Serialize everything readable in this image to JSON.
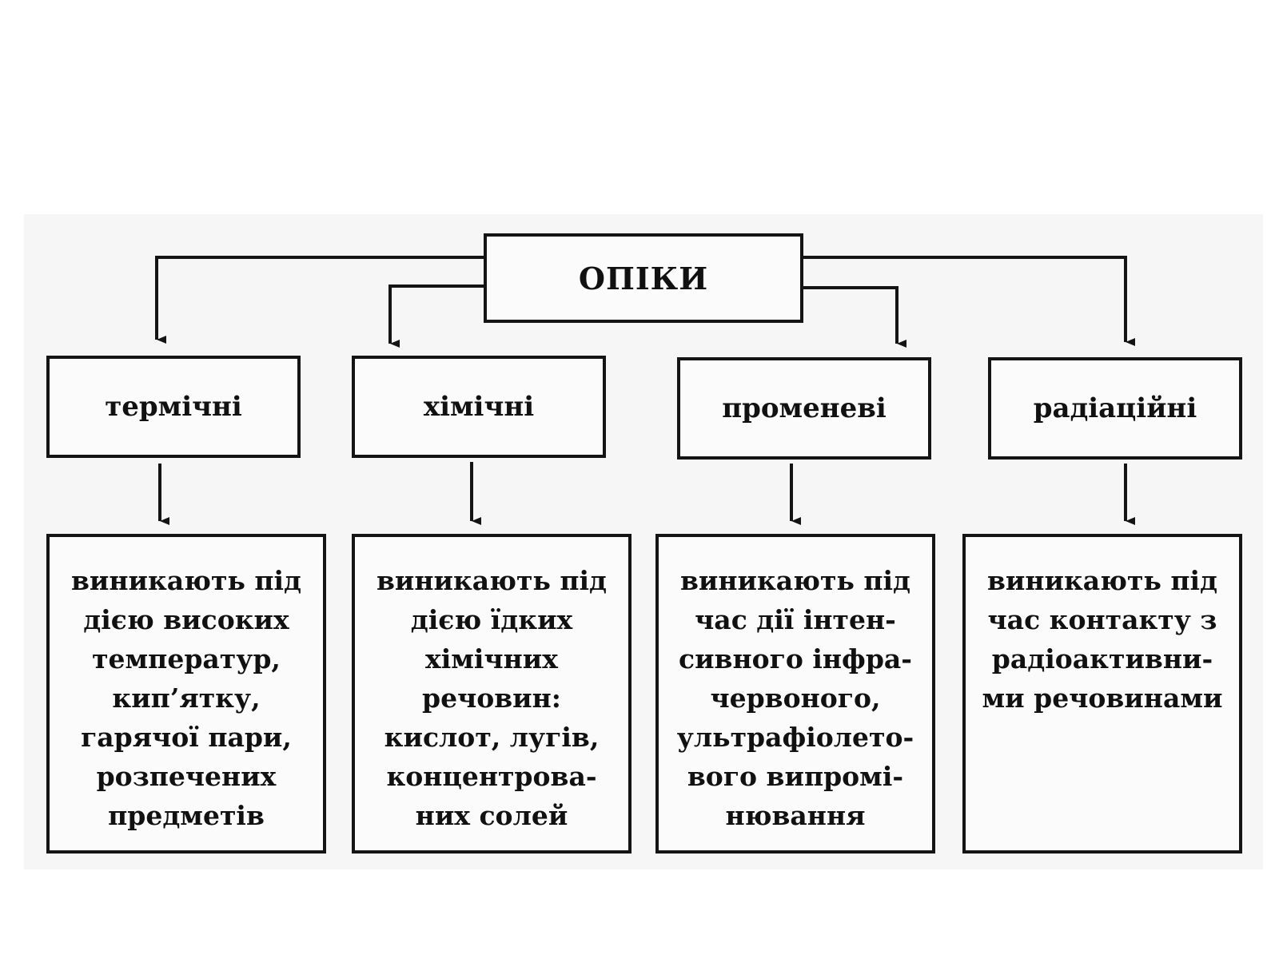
{
  "diagram": {
    "root": "ОПІКИ",
    "categories": [
      {
        "label": "термічні",
        "description": [
          "виникають під",
          "дією високих",
          "температур,",
          "кип’ятку,",
          "гарячої пари,",
          "розпечених",
          "предметів"
        ]
      },
      {
        "label": "хімічні",
        "description": [
          "виникають під",
          "дією їдких",
          "хімічних",
          "речовин:",
          "кислот, лугів,",
          "концентрова-",
          "них солей"
        ]
      },
      {
        "label": "променеві",
        "description": [
          "виникають під",
          "час дії інтен-",
          "сивного інфра-",
          "червоного,",
          "ультрафіолето-",
          "вого випромі-",
          "нювання"
        ]
      },
      {
        "label": "радіаційні",
        "description": [
          "виникають під",
          "час контакту з",
          "радіоактивни-",
          "ми речовинами"
        ]
      }
    ]
  }
}
